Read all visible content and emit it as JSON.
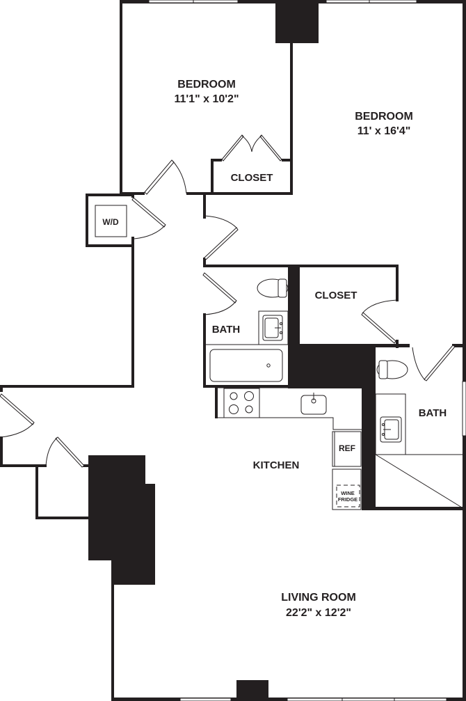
{
  "floorplan": {
    "rooms": [
      {
        "id": "bedroom-1",
        "name": "BEDROOM",
        "dimensions": "11'1\" x 10'2\""
      },
      {
        "id": "bedroom-2",
        "name": "BEDROOM",
        "dimensions": "11' x 16'4\""
      },
      {
        "id": "closet-1",
        "name": "CLOSET"
      },
      {
        "id": "closet-2",
        "name": "CLOSET"
      },
      {
        "id": "bath-1",
        "name": "BATH"
      },
      {
        "id": "bath-2",
        "name": "BATH"
      },
      {
        "id": "kitchen",
        "name": "KITCHEN"
      },
      {
        "id": "living-room",
        "name": "LIVING ROOM",
        "dimensions": "22'2\" x 12'2\""
      }
    ],
    "appliances": {
      "washer_dryer": "W/D",
      "refrigerator": "REF",
      "wine_fridge_line1": "WINE",
      "wine_fridge_line2": "FRIDGE"
    },
    "colors": {
      "wall": "#231f20",
      "background": "#ffffff"
    }
  }
}
